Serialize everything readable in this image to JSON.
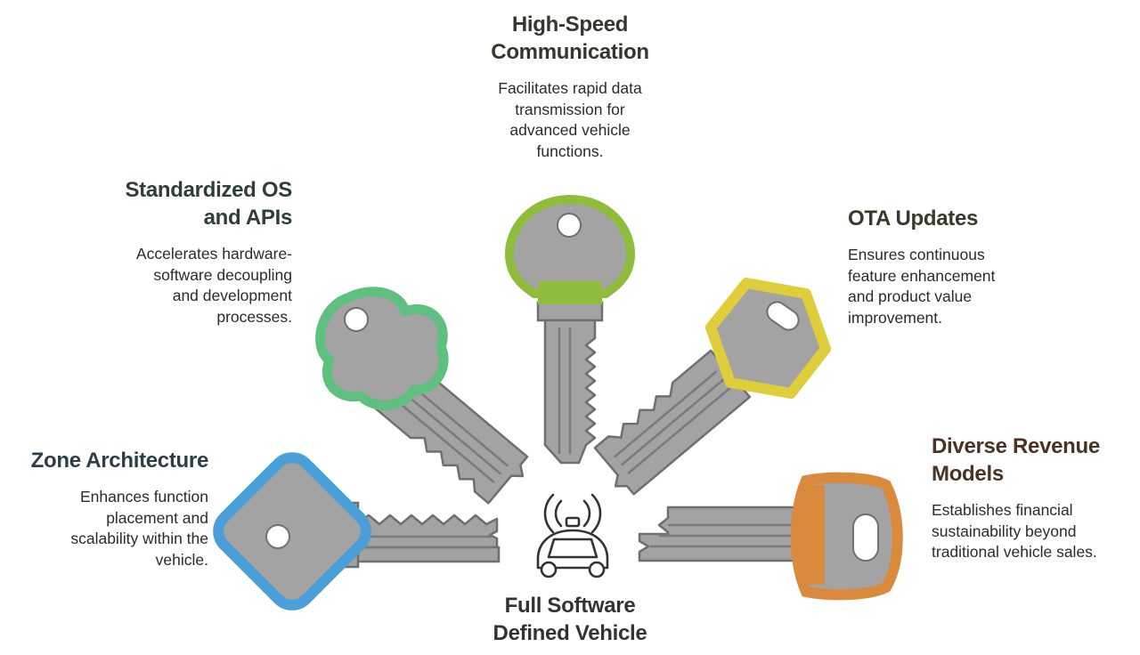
{
  "colors": {
    "key_grey": "#a3a3a3",
    "key_outline": "#6f6f6f",
    "zone": "#4a9fd8",
    "standardized": "#5fbf80",
    "high_speed": "#8fbc3c",
    "ota": "#dfcd3c",
    "revenue": "#d98a3d",
    "title_zone": "#2e3e48",
    "title_standardized": "#2e3e3b",
    "title_high_speed": "#34382c",
    "title_ota": "#3a3a2a",
    "title_revenue": "#4a3326",
    "title_center": "#333333"
  },
  "icons": {
    "center": "autonomous-car-icon",
    "zone": "blue-key-icon",
    "standardized": "green-key-icon",
    "high_speed": "lime-key-icon",
    "ota": "yellow-key-icon",
    "revenue": "orange-key-icon"
  },
  "center": {
    "title_line1": "Full Software",
    "title_line2": "Defined Vehicle"
  },
  "zone": {
    "title_line1": "Zone Architecture",
    "desc": [
      "Enhances function",
      "placement and",
      "scalability within the",
      "vehicle."
    ]
  },
  "standardized": {
    "title_line1": "Standardized OS",
    "title_line2": "and APIs",
    "desc": [
      "Accelerates hardware-",
      "software decoupling",
      "and development",
      "processes."
    ]
  },
  "high_speed": {
    "title_line1": "High-Speed",
    "title_line2": "Communication",
    "desc": [
      "Facilitates rapid data",
      "transmission for",
      "advanced vehicle",
      "functions."
    ]
  },
  "ota": {
    "title_line1": "OTA Updates",
    "desc": [
      "Ensures continuous",
      "feature enhancement",
      "and product value",
      "improvement."
    ]
  },
  "revenue": {
    "title_line1": "Diverse Revenue",
    "title_line2": "Models",
    "desc": [
      "Establishes financial",
      "sustainability beyond",
      "traditional vehicle sales."
    ]
  }
}
